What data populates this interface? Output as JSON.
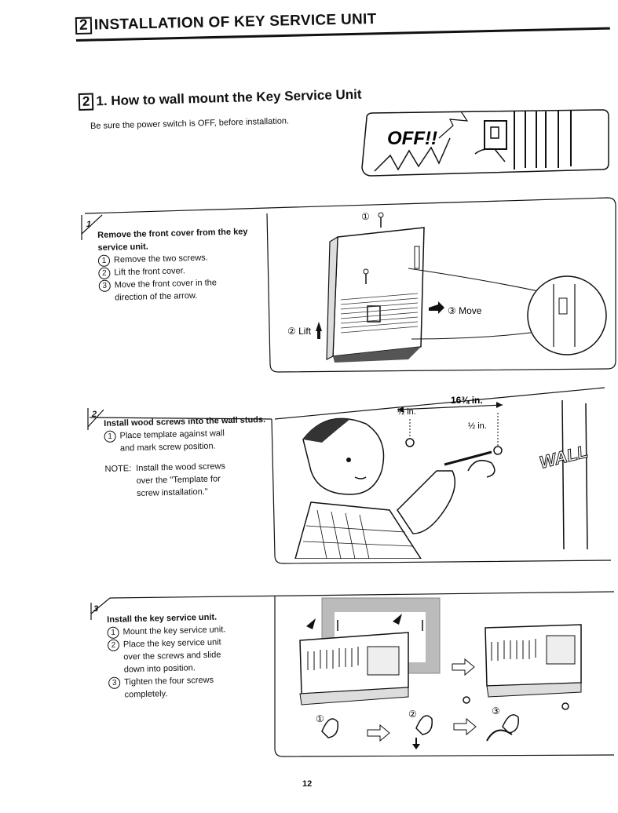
{
  "header": {
    "section_number": "2",
    "title": "INSTALLATION OF KEY SERVICE UNIT"
  },
  "subsection": {
    "number": "2",
    "title": "1. How to wall mount the Key Service Unit"
  },
  "intro_text": "Be sure the power switch is OFF, before installation.",
  "off_label": "OFF!!",
  "steps": [
    {
      "number": "1",
      "heading": "Remove the front cover from the key service unit.",
      "items": [
        {
          "marker": "1",
          "text": "Remove the two screws."
        },
        {
          "marker": "2",
          "text": "Lift the front cover."
        },
        {
          "marker": "3",
          "text": "Move the front cover in the\ndirection of the arrow."
        }
      ],
      "labels": {
        "screw": "①",
        "lift": "② Lift",
        "move": "③ Move"
      }
    },
    {
      "number": "2",
      "heading": "Install wood screws into the wall studs.",
      "items": [
        {
          "marker": "1",
          "text": "Place template against wall\nand mark screw position."
        }
      ],
      "note_label": "NOTE:",
      "note_text": "Install the wood screws\nover the \"Template for\nscrew installation.\"",
      "labels": {
        "span": "16¾ in.",
        "left_offset": "½ in.",
        "right_offset": "½ in.",
        "wall": "WALL"
      }
    },
    {
      "number": "3",
      "heading": "Install the key service unit.",
      "items": [
        {
          "marker": "1",
          "text": "Mount the key service unit."
        },
        {
          "marker": "2",
          "text": "Place the key service unit\nover the screws and slide\ndown into position."
        },
        {
          "marker": "3",
          "text": "Tighten the four screws\ncompletely."
        }
      ],
      "labels": {
        "m1": "①",
        "m2": "②",
        "m3": "③"
      }
    }
  ],
  "page_number": "12"
}
